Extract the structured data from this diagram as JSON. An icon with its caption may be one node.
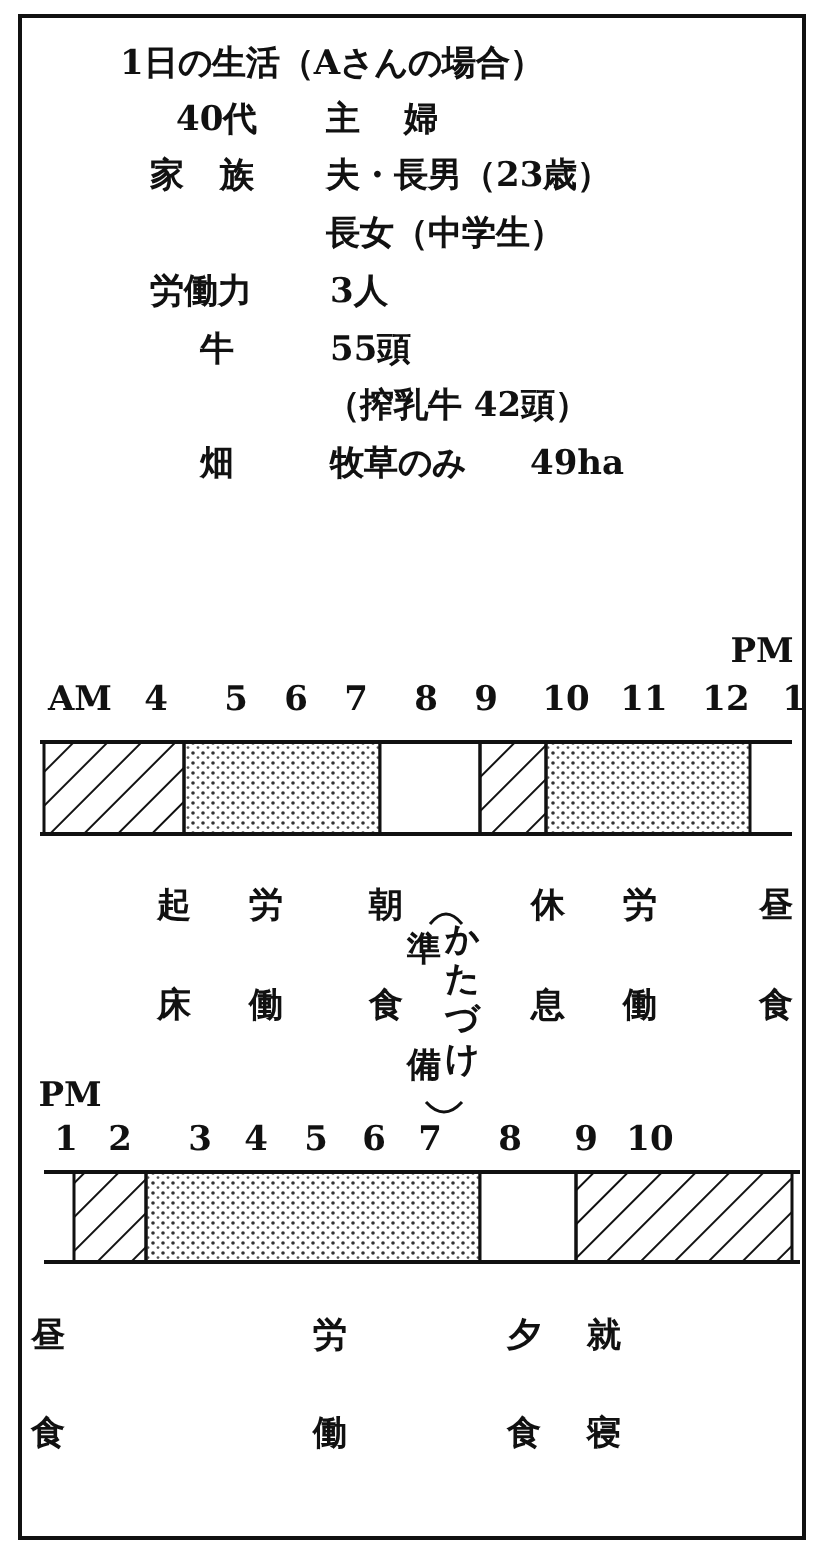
{
  "diagram": {
    "title": "1日の生活（Aさんの場合）",
    "labels": [
      "40代",
      "主婦",
      "家族",
      "夫・長男（23歳）",
      "長女（中学生）",
      "労働力",
      "3人",
      "牛",
      "55頭",
      "（搾乳牛 42頭）",
      "畑",
      "牧草のみ",
      "49ha",
      "PM",
      "AM",
      "4",
      "5",
      "6",
      "7",
      "8",
      "9",
      "10",
      "11",
      "12",
      "1",
      "起床",
      "労働",
      "朝食",
      "準備",
      "かたづけ",
      "休息",
      "労働",
      "昼食",
      "PM",
      "1",
      "2",
      "3",
      "4",
      "5",
      "6",
      "7",
      "8",
      "9",
      "10",
      "昼食",
      "労働",
      "夕食",
      "就寝"
    ]
  }
}
